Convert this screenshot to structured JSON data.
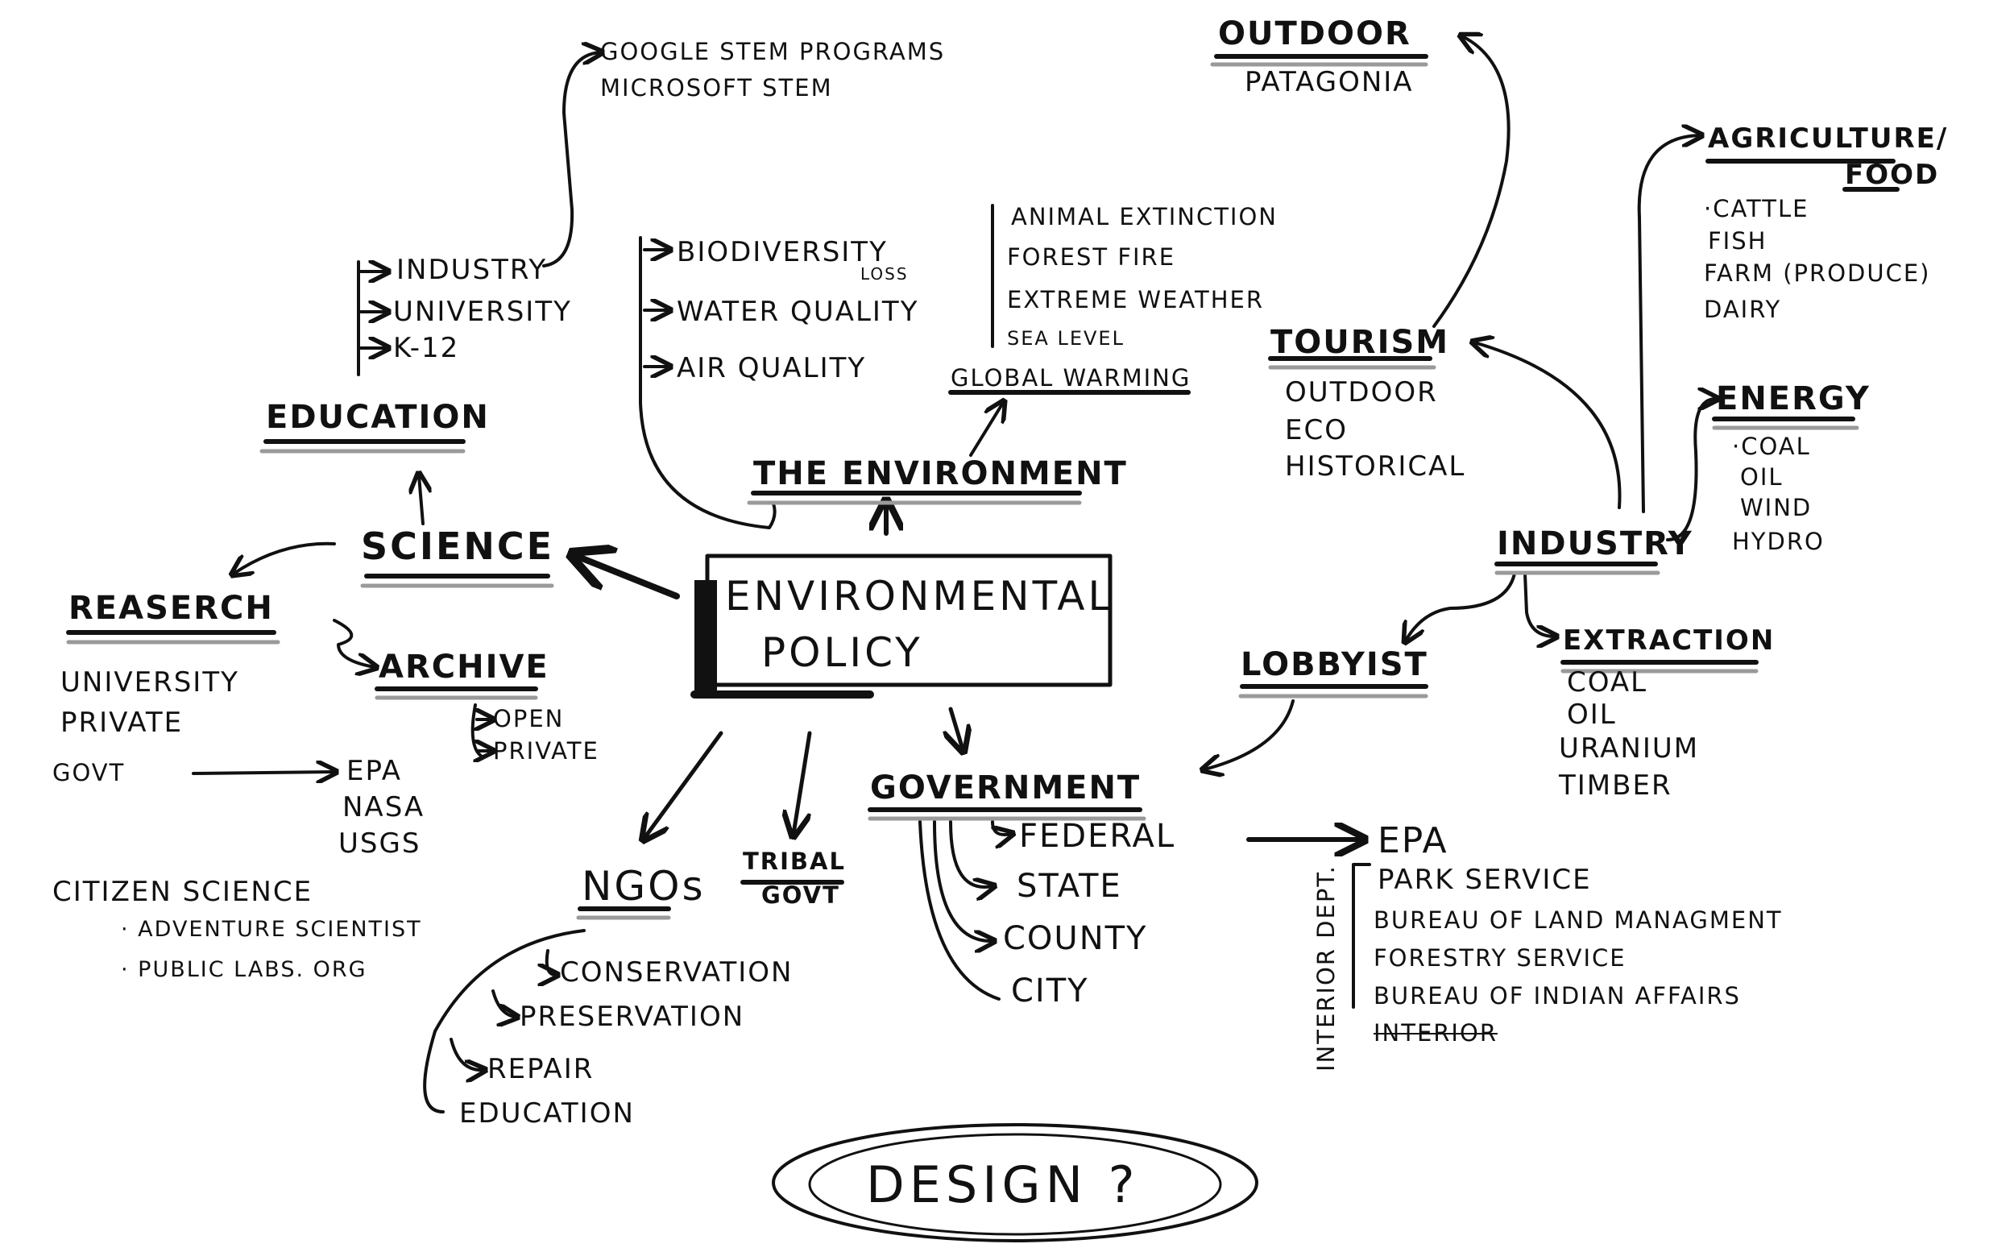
{
  "central": {
    "line1": "Environmental",
    "line2": "Policy"
  },
  "environment": {
    "title": "The Environment",
    "items": [
      "Biodiversity",
      "Water Quality",
      "Air Quality"
    ],
    "biodiversity_suffix": "Loss",
    "global_warming": {
      "title": "Global Warming",
      "items": [
        "Animal Extinction",
        "Forest Fire",
        "Extreme Weather",
        "Sea Level"
      ]
    }
  },
  "science": {
    "title": "Science",
    "education": {
      "title": "Education",
      "items": [
        "Industry",
        "University",
        "K-12"
      ],
      "programs": [
        "Google STEM Programs",
        "Microsoft STEM"
      ]
    },
    "research": {
      "title": "Reaserch",
      "items": [
        "University",
        "Private",
        "Govt"
      ],
      "govt_items": [
        "EPA",
        "NASA",
        "USGS"
      ]
    },
    "archive": {
      "title": "Archive",
      "items": [
        "Open",
        "Private"
      ]
    },
    "citizen": {
      "title": "Citizen Science",
      "items": [
        "· Adventure Scientist",
        "· Public Labs. org"
      ]
    }
  },
  "ngos": {
    "title": "NGOs",
    "items": [
      "Conservation",
      "Preservation",
      "Repair",
      "Education"
    ]
  },
  "tribal": {
    "line1": "Tribal",
    "line2": "Govt"
  },
  "government": {
    "title": "Government",
    "items": [
      "Federal",
      "State",
      "County",
      "City"
    ],
    "epa": "EPA",
    "interior_label": "Interior Dept.",
    "interior_items": [
      "Park Service",
      "Bureau of Land Managment",
      "Forestry Service",
      "Bureau of Indian Affairs"
    ],
    "struck": "Interior"
  },
  "industry": {
    "title": "Industry",
    "lobbyist": "Lobbyist",
    "extraction": {
      "title": "Extraction",
      "items": [
        "Coal",
        "Oil",
        "Uranium",
        "Timber"
      ]
    },
    "energy": {
      "title": "Energy",
      "items": [
        "·Coal",
        "Oil",
        "Wind",
        "Hydro"
      ]
    },
    "agriculture": {
      "title_line1": "Agriculture/",
      "title_line2": "Food",
      "items": [
        "·Cattle",
        "Fish",
        "Farm (Produce)",
        "Dairy"
      ]
    }
  },
  "tourism": {
    "title": "Tourism",
    "items": [
      "Outdoor",
      "Eco",
      "Historical"
    ]
  },
  "outdoor": {
    "title": "Outdoor",
    "items": [
      "Patagonia"
    ]
  },
  "design": "Design ?",
  "colors": {
    "ink": "#111111",
    "shadow": "#9a9a9a"
  }
}
